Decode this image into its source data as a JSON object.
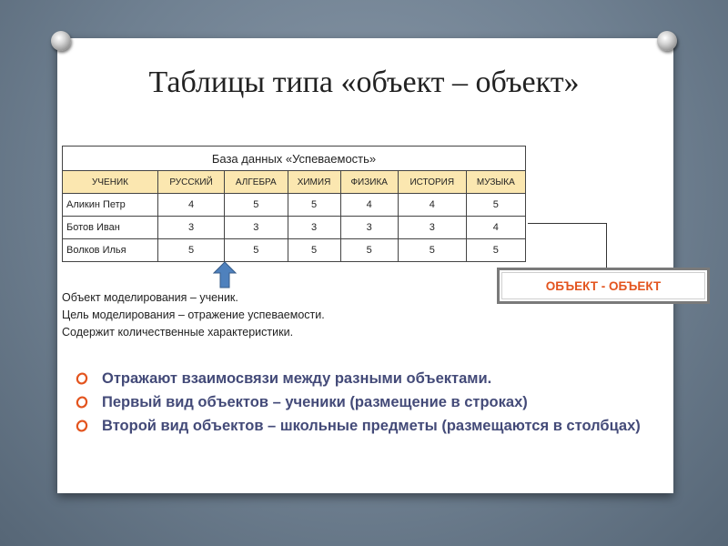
{
  "title": "Таблицы типа «объект – объект»",
  "table": {
    "caption": "База данных  «Успеваемость»",
    "headers": [
      "УЧЕНИК",
      "РУССКИЙ",
      "АЛГЕБРА",
      "ХИМИЯ",
      "ФИЗИКА",
      "ИСТОРИЯ",
      "МУЗЫКА"
    ],
    "rows": [
      [
        "Аликин Петр",
        "4",
        "5",
        "5",
        "4",
        "4",
        "5"
      ],
      [
        "Ботов Иван",
        "3",
        "3",
        "3",
        "3",
        "3",
        "4"
      ],
      [
        "Волков Илья",
        "5",
        "5",
        "5",
        "5",
        "5",
        "5"
      ]
    ]
  },
  "description": [
    "Объект моделирования – ученик.",
    "Цель моделирования – отражение успеваемости.",
    "Содержит количественные характеристики."
  ],
  "object_label": "ОБЪЕКТ - ОБЪЕКТ",
  "bullets": [
    "Отражают взаимосвязи между разными объектами.",
    "Первый вид объектов – ученики (размещение в строках)",
    "Второй вид объектов – школьные предметы (размещаются в столбцах)"
  ],
  "colors": {
    "header_fill": "#fbe7b0",
    "object_label": "#e3541e",
    "bullet_text": "#434a78",
    "arrow": "#4f81bd"
  }
}
